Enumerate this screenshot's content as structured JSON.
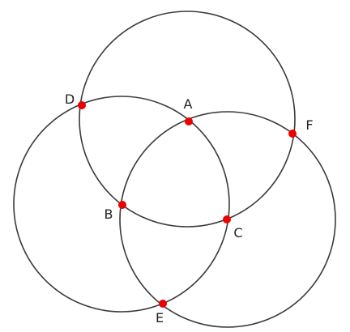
{
  "colors": {
    "background": "#ffffff",
    "circle_stroke": "#3a3a3a",
    "point_fill": "#ee0000",
    "label_text": "#222222"
  },
  "points": [
    {
      "id": "A",
      "label": "A"
    },
    {
      "id": "B",
      "label": "B"
    },
    {
      "id": "C",
      "label": "C"
    },
    {
      "id": "D",
      "label": "D"
    },
    {
      "id": "E",
      "label": "E"
    },
    {
      "id": "F",
      "label": "F"
    }
  ]
}
